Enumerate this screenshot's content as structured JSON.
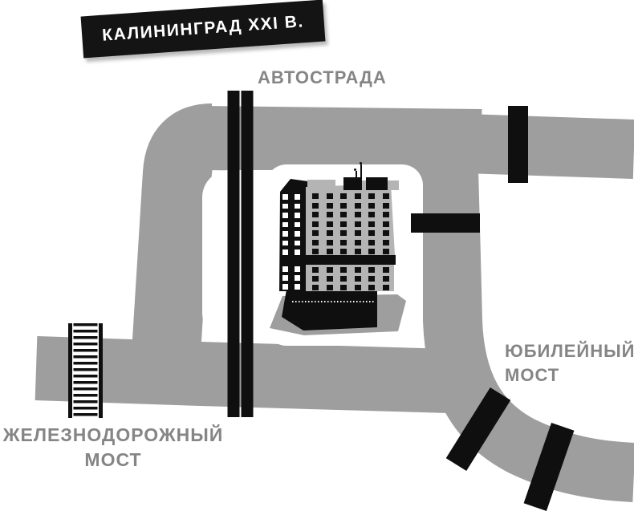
{
  "title_banner": {
    "text": "КАЛИНИНГРАД XXI В."
  },
  "labels": {
    "highway": "АВТОСТРАДА",
    "railway_bridge_line1": "ЖЕЛЕЗНОДОРОЖНЫЙ",
    "railway_bridge_line2": "МОСТ",
    "jubilee_bridge_line1": "ЮБИЛЕЙНЫЙ",
    "jubilee_bridge_line2": "МОСТ"
  },
  "colors": {
    "road": "#9e9e9e",
    "building_facade": "#b4b4b4",
    "ink": "#0f0f0f",
    "label_text": "#858585",
    "banner_bg": "#141414",
    "banner_text": "#ffffff",
    "background": "#ffffff"
  },
  "building": {
    "front_windows": {
      "cols": 6,
      "upper_rows": 7,
      "lower_rows": 3
    },
    "side_windows": {
      "cols": 2,
      "upper_rows": 7,
      "lower_rows": 3
    },
    "antennas": 2
  }
}
